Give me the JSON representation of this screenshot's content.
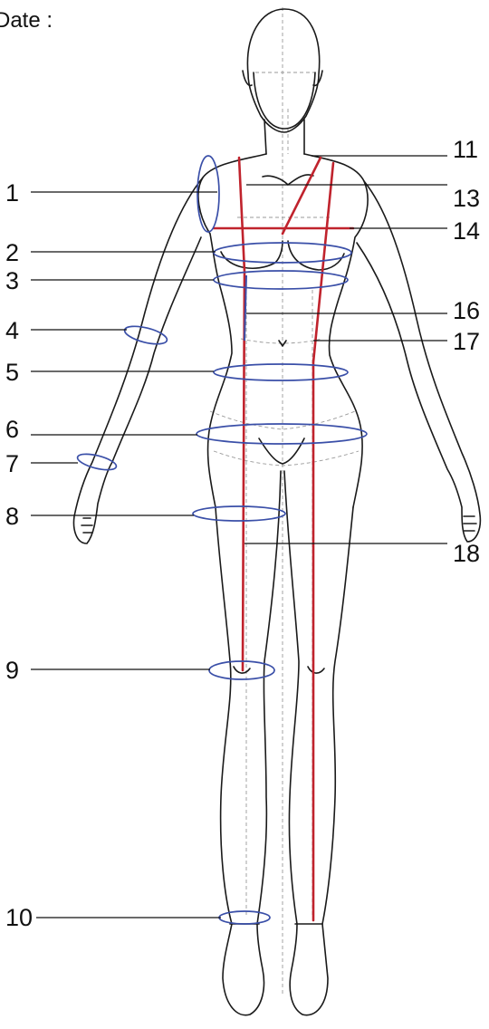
{
  "header": {
    "date_label": "Date :"
  },
  "colors": {
    "girth_marker": "#3a4fa8",
    "length_marker": "#c0232d",
    "outline": "#1a1a1a",
    "guide": "#9a9a9a"
  },
  "labels": {
    "n1": "1",
    "n2": "2",
    "n3": "3",
    "n4": "4",
    "n5": "5",
    "n6": "6",
    "n7": "7",
    "n8": "8",
    "n9": "9",
    "n10": "10",
    "n11": "11",
    "n13": "13",
    "n14": "14",
    "n16": "16",
    "n17": "17",
    "n18": "18"
  }
}
